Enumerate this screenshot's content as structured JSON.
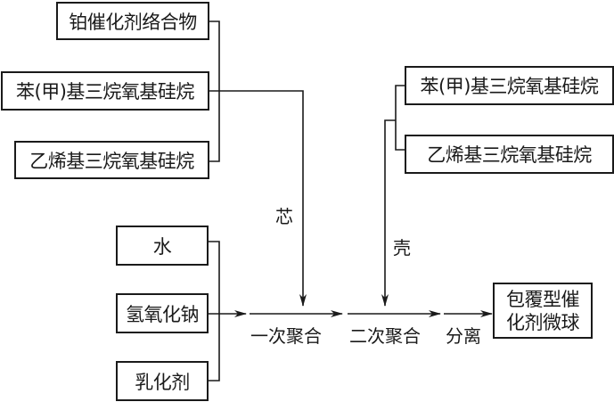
{
  "core_inputs": [
    {
      "label": "铂催化剂络合物"
    },
    {
      "label": "苯(甲)基三烷氧基硅烷"
    },
    {
      "label": "乙烯基三烷氧基硅烷"
    }
  ],
  "shell_inputs": [
    {
      "label": "苯(甲)基三烷氧基硅烷"
    },
    {
      "label": "乙烯基三烷氧基硅烷"
    }
  ],
  "base_inputs": [
    {
      "label": "水"
    },
    {
      "label": "氢氧化钠"
    },
    {
      "label": "乳化剂"
    }
  ],
  "branch_labels": {
    "core": "芯",
    "shell": "壳"
  },
  "steps": [
    "一次聚合",
    "二次聚合",
    "分离"
  ],
  "product": {
    "line1": "包覆型催",
    "line2": "化剂微球"
  }
}
